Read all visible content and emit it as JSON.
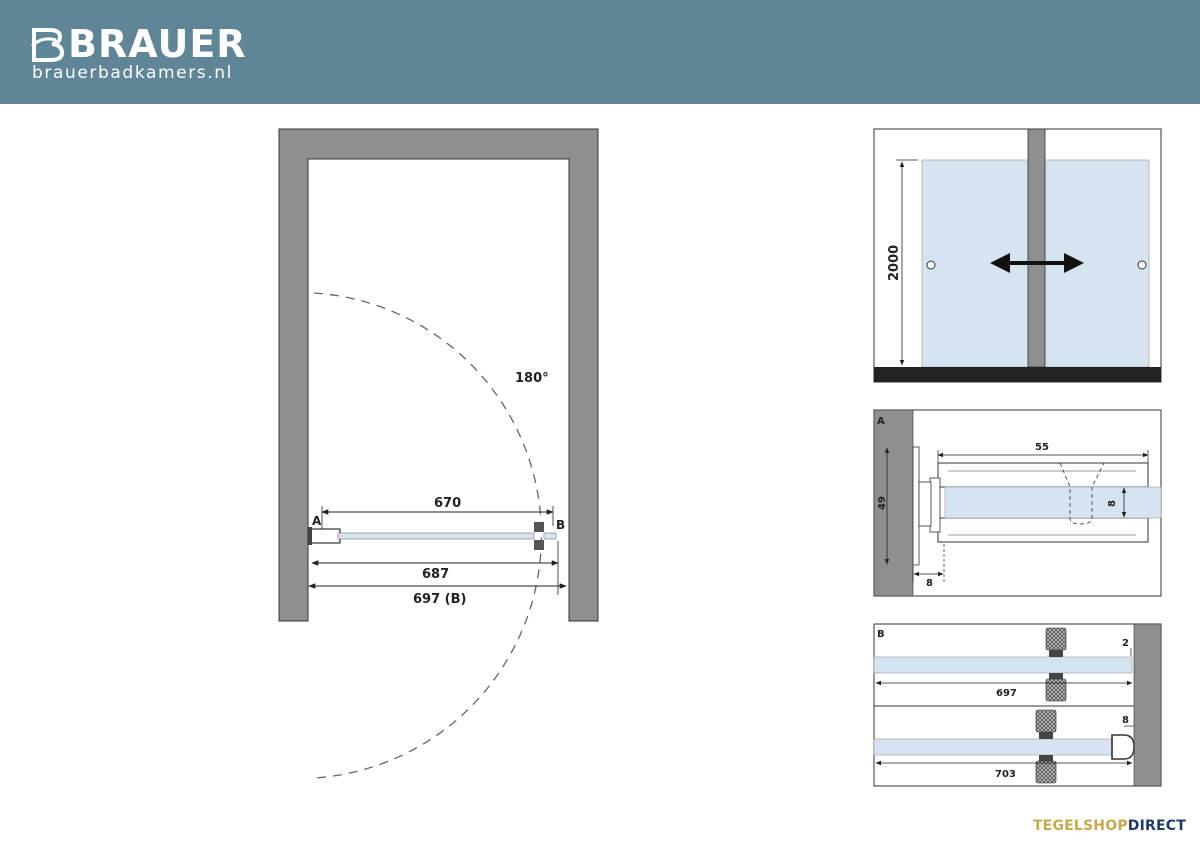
{
  "header": {
    "brand_name": "BRAUER",
    "brand_url": "brauerbadkamers.nl"
  },
  "plan": {
    "angle_label": "180°",
    "dim_top": "670",
    "dim_mid": "687",
    "dim_bottom": "697 (B)",
    "label_a": "A",
    "label_b": "B"
  },
  "elevation": {
    "height_label": "2000"
  },
  "detail_a": {
    "label": "A",
    "dim_55": "55",
    "dim_49": "49",
    "dim_8_vertical": "8",
    "dim_8_bottom": "8"
  },
  "detail_b": {
    "label": "B",
    "top_gap": "2",
    "top_width": "697",
    "bottom_gap": "8",
    "bottom_width": "703"
  },
  "footer": {
    "logo_part1": "TEGELSHOP",
    "logo_part2": "DIRECT"
  },
  "colors": {
    "header_bg": "#5f8597",
    "wall": "#8f8f92",
    "glass": "#d6e4f2",
    "gold": "#c9a84f",
    "navy": "#1f3b6b"
  }
}
